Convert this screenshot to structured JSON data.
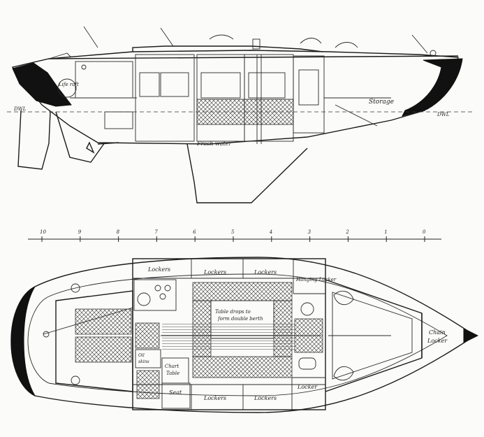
{
  "profile": {
    "labels": {
      "liferaft": "Life raft",
      "storage": "Storage",
      "dwl_aft": "DWL",
      "dwl_fwd": "DWL",
      "fresh_water": "Fresh water"
    }
  },
  "scale": {
    "ticks": [
      "10",
      "9",
      "8",
      "7",
      "6",
      "5",
      "4",
      "3",
      "2",
      "1",
      "0"
    ]
  },
  "plan": {
    "labels": {
      "lockers_top_1": "Lockers",
      "lockers_top_2": "Lockers",
      "lockers_top_3": "Lockers",
      "hanging_locker": "Hanging Locker",
      "table_note_1": "Table drops to",
      "table_note_2": "form double berth",
      "chain_locker_1": "Chain",
      "chain_locker_2": "Locker",
      "oilskins_1": "Oil",
      "oilskins_2": "skins",
      "chart_table_1": "Chart",
      "chart_table_2": "Table",
      "seat": "Seat",
      "lockers_bot_1": "Lockers",
      "lockers_bot_2": "Lockers",
      "locker_bot_3": "Locker"
    }
  }
}
